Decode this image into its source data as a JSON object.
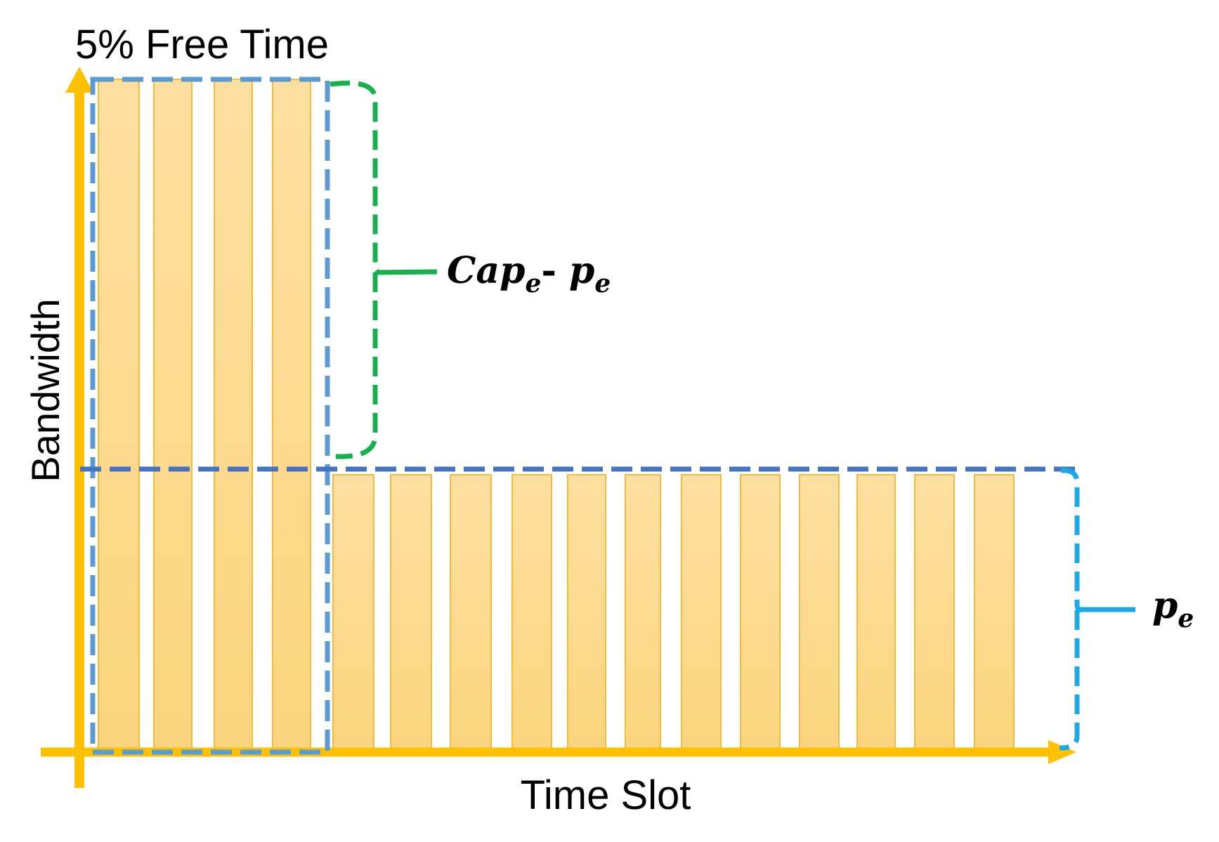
{
  "chart_data": {
    "type": "bar",
    "title": "5% Free Time",
    "xlabel": "Time Slot",
    "ylabel": "Bandwidth",
    "ylim": [
      0,
      1
    ],
    "burst_level": 1.0,
    "base_level": 0.42,
    "burst_values": [
      1.0,
      1.0,
      1.0,
      1.0
    ],
    "base_values": [
      0.42,
      0.42,
      0.42,
      0.42,
      0.42,
      0.42,
      0.42,
      0.42,
      0.42,
      0.42,
      0.42,
      0.42
    ],
    "annotations": [
      {
        "name": "gap",
        "base": "Cap",
        "sub": "e",
        "sep": "- ",
        "base2": "p",
        "sub2": "e",
        "color": "#16b14c"
      },
      {
        "name": "base",
        "base": "p",
        "sub": "e",
        "color": "#1aa9e8"
      }
    ]
  },
  "colors": {
    "bar_fill": "#fbd98a",
    "bar_stroke": "#f2bb3a",
    "axis": "#ffc000",
    "box": "#5b9bd5",
    "threshold": "#4472c4",
    "gap_brace": "#16b14c",
    "base_brace": "#1aa9e8"
  }
}
